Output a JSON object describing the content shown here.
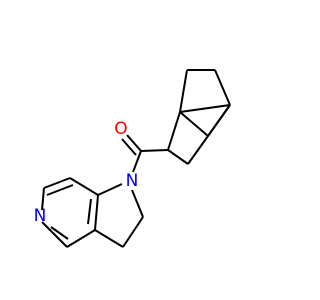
{
  "molecule": {
    "atoms": [
      {
        "id": "O",
        "symbol": "O",
        "color": "#ff0000"
      },
      {
        "id": "N_amide",
        "symbol": "N",
        "color": "#0000ff"
      },
      {
        "id": "N_pyridine",
        "symbol": "N",
        "color": "#0000ff"
      }
    ],
    "bond_color": "#000000",
    "background": "#ffffff"
  }
}
